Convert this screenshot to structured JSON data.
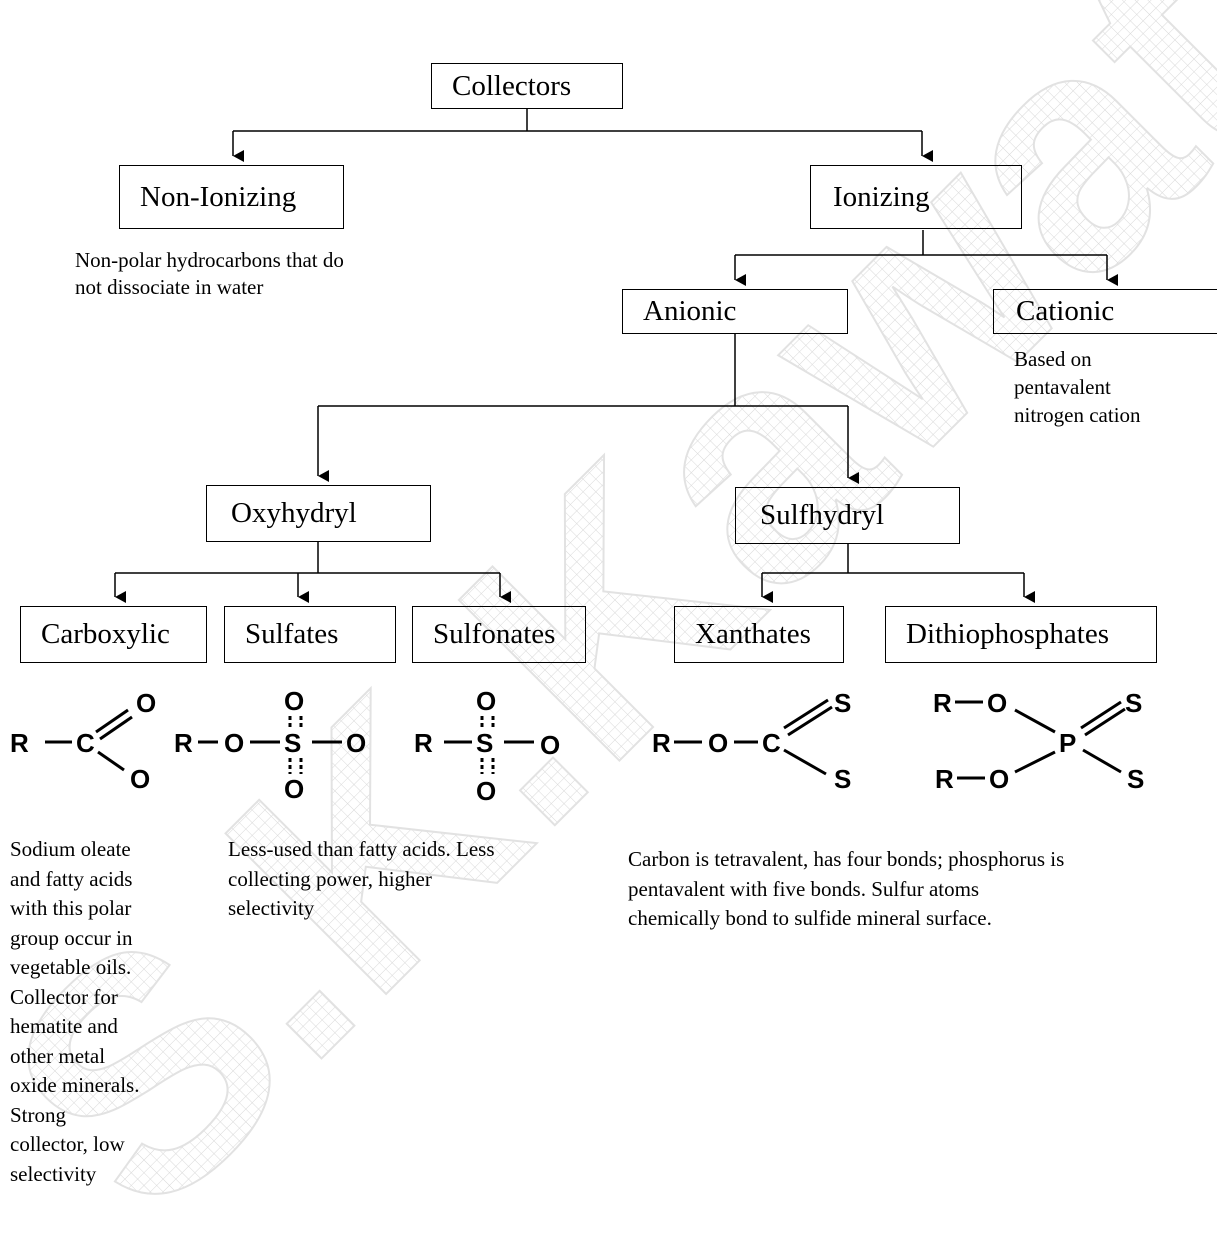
{
  "boxes": {
    "collectors": "Collectors",
    "non_ionizing": "Non-Ionizing",
    "ionizing": "Ionizing",
    "anionic": "Anionic",
    "cationic": "Cationic",
    "oxyhydryl": "Oxyhydryl",
    "sulfhydryl": "Sulfhydryl",
    "carboxylic": "Carboxylic",
    "sulfates": "Sulfates",
    "sulfonates": "Sulfonates",
    "xanthates": "Xanthates",
    "dithiophosphates": "Dithiophosphates"
  },
  "notes": {
    "non_ionizing": [
      "Non-polar hydrocarbons that do",
      "not dissociate in water"
    ],
    "cationic": [
      "Based on",
      "pentavalent",
      "nitrogen cation"
    ],
    "carboxylic": [
      "Sodium oleate",
      "and fatty acids",
      "with this polar",
      "group occur in",
      "vegetable oils.",
      "Collector for",
      "hematite and",
      "other metal",
      "oxide minerals.",
      "Strong",
      "collector, low",
      "selectivity"
    ],
    "sulfates_sulfonates": [
      "Less-used than fatty acids.  Less",
      "collecting power, higher",
      "selectivity"
    ],
    "sulfhydryl": [
      "Carbon is tetravalent, has four bonds; phosphorus is",
      "pentavalent with five bonds.  Sulfur atoms",
      "chemically bond to sulfide mineral surface."
    ]
  },
  "atoms": {
    "R": "R",
    "O": "O",
    "S": "S",
    "C": "C",
    "P": "P"
  },
  "watermark": "S.K.Kawatra"
}
